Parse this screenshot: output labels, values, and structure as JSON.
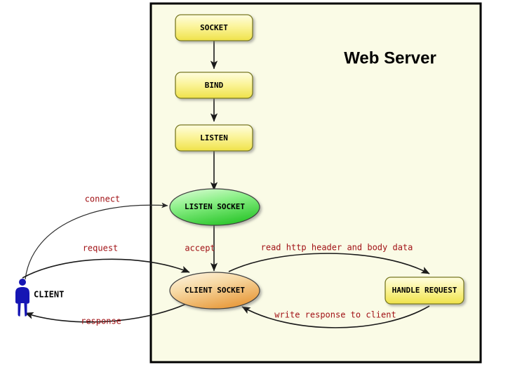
{
  "diagram": {
    "title": "Web Server",
    "background": "#ffffff",
    "server_panel": {
      "fill": "#fafbe6",
      "border": "#000000"
    },
    "colors": {
      "box_fill_top": "#fdfbc8",
      "box_fill_bottom": "#efe34a",
      "box_border": "#7a7a22",
      "listen_socket_top": "#c6f7c0",
      "listen_socket_bottom": "#3ecc3e",
      "client_socket_top": "#fdf0d8",
      "client_socket_bottom": "#eba council",
      "edge_color": "#1a1a1a",
      "label_color": "#a11216",
      "client_color": "#1616b4",
      "text_color": "#000000"
    }
  },
  "actor": {
    "name": "CLIENT",
    "icon": "person-icon",
    "color": "#1616b4"
  },
  "nodes": [
    {
      "id": "socket",
      "label": "SOCKET",
      "shape": "rounded-box",
      "fill": "yellow"
    },
    {
      "id": "bind",
      "label": "BIND",
      "shape": "rounded-box",
      "fill": "yellow"
    },
    {
      "id": "listen",
      "label": "LISTEN",
      "shape": "rounded-box",
      "fill": "yellow"
    },
    {
      "id": "listen_socket",
      "label": "LISTEN SOCKET",
      "shape": "ellipse",
      "fill": "green"
    },
    {
      "id": "client_socket",
      "label": "CLIENT SOCKET",
      "shape": "ellipse",
      "fill": "orange"
    },
    {
      "id": "handle_request",
      "label": "HANDLE REQUEST",
      "shape": "rounded-box",
      "fill": "yellow"
    }
  ],
  "edges": [
    {
      "id": "socket-bind",
      "from": "socket",
      "to": "bind",
      "label": ""
    },
    {
      "id": "bind-listen",
      "from": "bind",
      "to": "listen",
      "label": ""
    },
    {
      "id": "listen-listensocket",
      "from": "listen",
      "to": "listen_socket",
      "label": ""
    },
    {
      "id": "connect",
      "from": "CLIENT",
      "to": "listen_socket",
      "label": "connect"
    },
    {
      "id": "accept",
      "from": "listen_socket",
      "to": "client_socket",
      "label": "accept"
    },
    {
      "id": "request",
      "from": "CLIENT",
      "to": "client_socket",
      "label": "request"
    },
    {
      "id": "read-http",
      "from": "client_socket",
      "to": "handle_request",
      "label": "read http header and body data"
    },
    {
      "id": "write-response",
      "from": "handle_request",
      "to": "client_socket",
      "label": "write response to client"
    },
    {
      "id": "response",
      "from": "client_socket",
      "to": "CLIENT",
      "label": "response"
    }
  ]
}
